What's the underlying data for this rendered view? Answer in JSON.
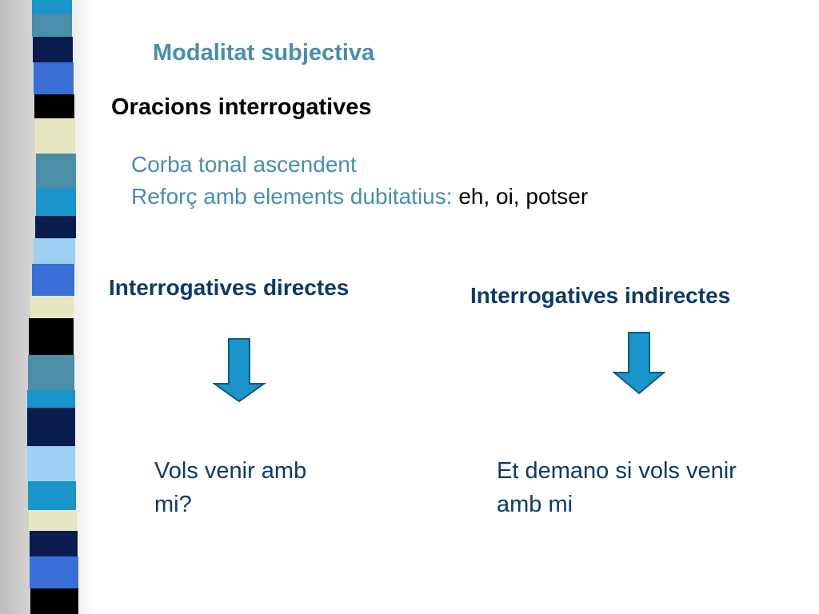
{
  "slide": {
    "title": "Modalitat subjectiva",
    "subtitle": "Oracions interrogatives",
    "bullets": {
      "line1": "Corba tonal ascendent",
      "line2_label": "Reforç amb elements dubitatius:",
      "line2_examples": "eh, oi, potser"
    },
    "columns": [
      {
        "heading": "Interrogatives directes",
        "example_line1": "Vols venir amb",
        "example_line2": "mi?"
      },
      {
        "heading": "Interrogatives indirectes",
        "example_line1": "Et demano si vols venir",
        "example_line2": "amb mi"
      }
    ],
    "icons": [
      "down-arrow-icon",
      "down-arrow-icon"
    ]
  },
  "colors": {
    "title": "#4a8ea8",
    "heading": "#0e3a66",
    "arrow_fill": "#1a95cc",
    "arrow_stroke": "#0e5a80",
    "stripe_palette": [
      "#0a1c4e",
      "#3a6fd6",
      "#4a8ea8",
      "#1a95cc",
      "#e6e6c0",
      "#9ed0f4",
      "#000000"
    ]
  }
}
